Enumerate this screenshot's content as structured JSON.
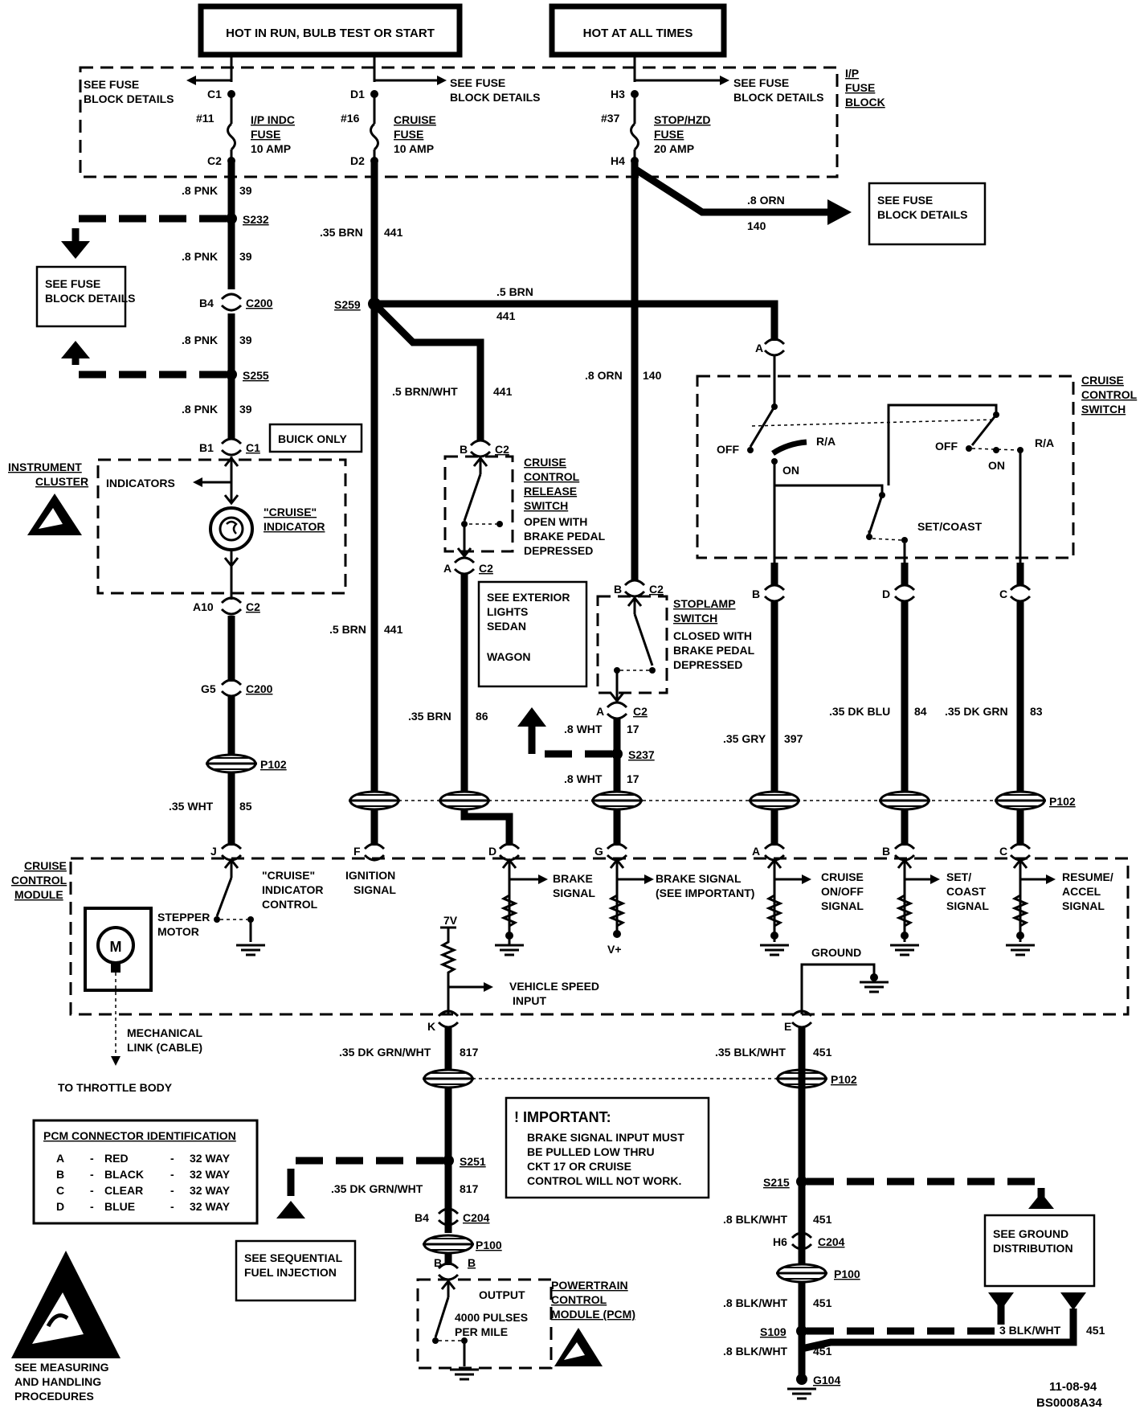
{
  "header": {
    "hot_run": "HOT IN RUN, BULB TEST OR START",
    "hot_all": "HOT AT ALL TIMES"
  },
  "fuse_block": {
    "name": [
      "I/P",
      "FUSE",
      "BLOCK"
    ],
    "see_fuse": [
      "SEE FUSE",
      "BLOCK DETAILS"
    ],
    "fuses": [
      {
        "num": "#11",
        "top": "C1",
        "bot": "C2",
        "name": [
          "I/P INDC",
          "FUSE",
          "10 AMP"
        ]
      },
      {
        "num": "#16",
        "top": "D1",
        "bot": "D2",
        "name": [
          "CRUISE",
          "FUSE",
          "10 AMP"
        ]
      },
      {
        "num": "#37",
        "top": "H3",
        "bot": "H4",
        "name": [
          "STOP/HZD",
          "FUSE",
          "20 AMP"
        ]
      }
    ]
  },
  "boxes": {
    "see_fuse_right": [
      "SEE FUSE",
      "BLOCK DETAILS"
    ],
    "see_fuse_left": [
      "SEE FUSE",
      "BLOCK DETAILS"
    ],
    "buick_only": "BUICK ONLY",
    "see_exterior": [
      "SEE EXTERIOR",
      "LIGHTS",
      "SEDAN",
      "WAGON"
    ],
    "important_title": "! IMPORTANT:",
    "important_text": [
      "BRAKE SIGNAL INPUT MUST",
      "BE PULLED LOW THRU",
      "CKT 17 OR CRUISE",
      "CONTROL WILL NOT WORK."
    ],
    "see_sfi": [
      "SEE SEQUENTIAL",
      "FUEL INJECTION"
    ],
    "see_ground": [
      "SEE GROUND",
      "DISTRIBUTION"
    ]
  },
  "wires": {
    "pnk": ".8 PNK",
    "c39": "39",
    "brn35": ".35 BRN",
    "c441": "441",
    "brn5": ".5 BRN",
    "brn5b": ".5 BRN",
    "brnwht": ".5 BRN/WHT",
    "orn8": ".8 ORN",
    "c140": "140",
    "brn35b": ".35 BRN",
    "c86": "86",
    "wht8": ".8 WHT",
    "c17": "17",
    "gry": ".35 GRY",
    "c397": "397",
    "dkblu": ".35 DK BLU",
    "c84": "84",
    "dkgrn": ".35 DK GRN",
    "c83": "83",
    "wht35": ".35 WHT",
    "c85": "85",
    "dkgrnwht": ".35 DK GRN/WHT",
    "c817": "817",
    "dkgrnwht55": ".35 DK GRN/WHT",
    "blkwht35": ".35 BLK/WHT",
    "c451": "451",
    "blkwht8": ".8 BLK/WHT",
    "blkwht3": "3 BLK/WHT"
  },
  "splices": {
    "s232": "S232",
    "s255": "S255",
    "s259": "S259",
    "s237": "S237",
    "s251": "S251",
    "s215": "S215",
    "s109": "S109",
    "g104": "G104"
  },
  "connectors": {
    "c200": "C200",
    "c1": "C1",
    "c2": "C2",
    "p102": "P102",
    "c204": "C204",
    "p100": "P100"
  },
  "pins": {
    "b4": "B4",
    "b1": "B1",
    "a10": "A10",
    "g5": "G5",
    "b": "B",
    "a": "A",
    "d": "D",
    "c": "C",
    "j": "J",
    "f": "F",
    "g": "G",
    "k": "K",
    "e": "E",
    "h6": "H6"
  },
  "components": {
    "instrument_cluster": [
      "INSTRUMENT",
      "CLUSTER"
    ],
    "indicators": "INDICATORS",
    "cruise_indicator": [
      "\"CRUISE\"",
      "INDICATOR"
    ],
    "release_switch": [
      "CRUISE",
      "CONTROL",
      "RELEASE",
      "SWITCH"
    ],
    "release_desc": [
      "OPEN WITH",
      "BRAKE PEDAL",
      "DEPRESSED"
    ],
    "stoplamp": [
      "STOPLAMP",
      "SWITCH"
    ],
    "stoplamp_desc": [
      "CLOSED WITH",
      "BRAKE PEDAL",
      "DEPRESSED"
    ],
    "cruise_switch": [
      "CRUISE",
      "CONTROL",
      "SWITCH"
    ],
    "off": "OFF",
    "ra": "R/A",
    "on": "ON",
    "setcoast": "SET/COAST",
    "module": [
      "CRUISE",
      "CONTROL",
      "MODULE"
    ],
    "indicator_control": [
      "\"CRUISE\"",
      "INDICATOR",
      "CONTROL"
    ],
    "stepper": [
      "STEPPER",
      "MOTOR"
    ],
    "motor": "M",
    "ignition": [
      "IGNITION",
      "SIGNAL"
    ],
    "brake_signal": [
      "BRAKE",
      "SIGNAL"
    ],
    "brake_signal2": [
      "BRAKE SIGNAL",
      "(SEE IMPORTANT)"
    ],
    "onoff": [
      "CRUISE",
      "ON/OFF",
      "SIGNAL"
    ],
    "setcoast_sig": [
      "SET/",
      "COAST",
      "SIGNAL"
    ],
    "resume": [
      "RESUME/",
      "ACCEL",
      "SIGNAL"
    ],
    "v7": "7V",
    "vplus": "V+",
    "ground": "GROUND",
    "vss": [
      "VEHICLE SPEED",
      "INPUT"
    ],
    "mech": [
      "MECHANICAL",
      "LINK (CABLE)"
    ],
    "throttle": "TO THROTTLE BODY",
    "pcm_output": [
      "OUTPUT",
      "4000 PULSES",
      "PER MILE"
    ],
    "pcm": [
      "POWERTRAIN",
      "CONTROL",
      "MODULE (PCM)"
    ]
  },
  "pcm_table": {
    "title": "PCM CONNECTOR IDENTIFICATION",
    "rows": [
      [
        "A",
        "-",
        "RED",
        "-",
        "32 WAY"
      ],
      [
        "B",
        "-",
        "BLACK",
        "-",
        "32 WAY"
      ],
      [
        "C",
        "-",
        "CLEAR",
        "-",
        "32 WAY"
      ],
      [
        "D",
        "-",
        "BLUE",
        "-",
        "32 WAY"
      ]
    ]
  },
  "footer": {
    "esd": [
      "SEE MEASURING",
      "AND HANDLING",
      "PROCEDURES"
    ],
    "date": "11-08-94",
    "code": "BS0008A34"
  }
}
